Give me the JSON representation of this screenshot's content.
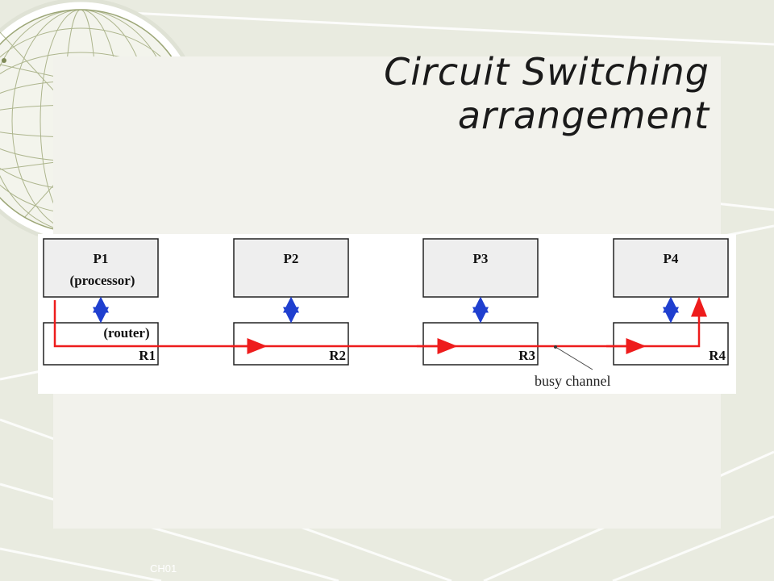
{
  "slide": {
    "title_line1": "Circuit Switching",
    "title_line2": "arrangement",
    "footer": "CH01"
  },
  "diagram": {
    "processors": [
      "P1",
      "P2",
      "P3",
      "P4"
    ],
    "processor_note": "(processor)",
    "routers": [
      "R1",
      "R2",
      "R3",
      "R4"
    ],
    "router_note": "(router)",
    "busy_label": "busy channel"
  },
  "colors": {
    "path": "#ee1c1c",
    "link": "#1f3fcf",
    "processor_fill": "#eeeeee"
  }
}
